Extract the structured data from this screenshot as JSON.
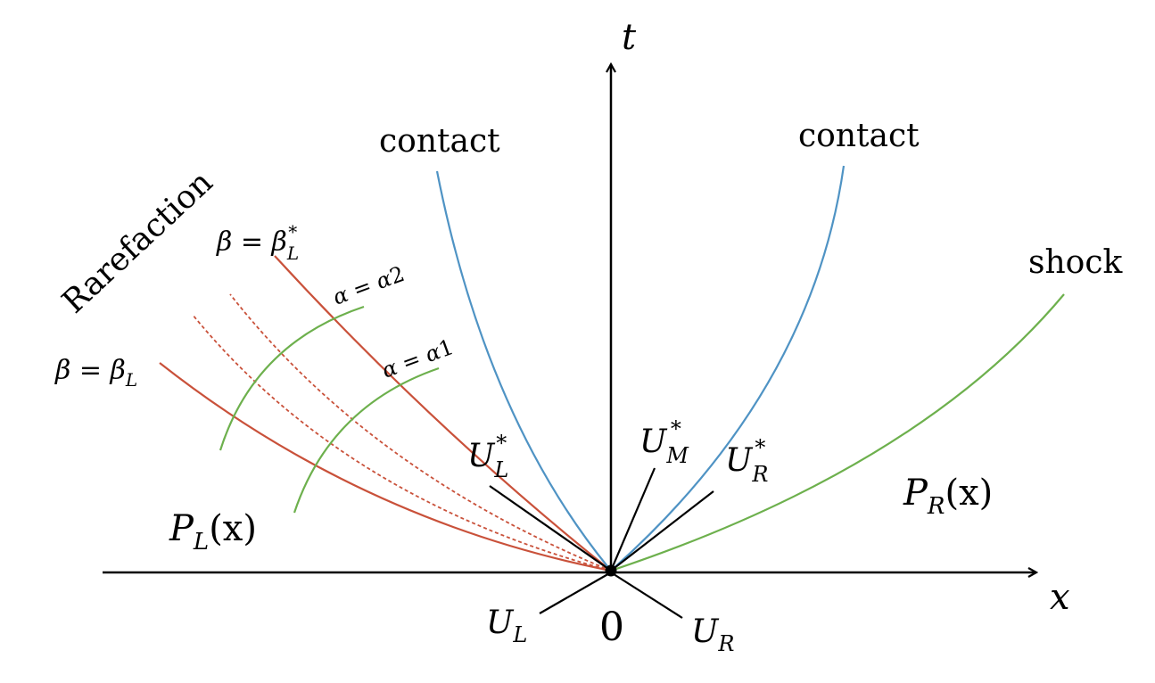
{
  "axes": {
    "t_label": "t",
    "x_label": "x",
    "origin_label": "0"
  },
  "labels": {
    "contact_left": "contact",
    "contact_right": "contact",
    "shock": "shock",
    "rarefaction": "Rarefaction",
    "beta_L_star": {
      "lhs": "β = β",
      "sub": "L",
      "sup": "*"
    },
    "beta_L": {
      "lhs": "β = β",
      "sub": "L"
    },
    "alpha_2": {
      "lhs": "α = α",
      "sub": "2"
    },
    "alpha_1": {
      "lhs": "α = α",
      "sub": "1"
    },
    "U_L_star": {
      "base": "U",
      "sub": "L",
      "sup": "*"
    },
    "U_M_star": {
      "base": "U",
      "sub": "M",
      "sup": "*"
    },
    "U_R_star": {
      "base": "U",
      "sub": "R",
      "sup": "*"
    },
    "U_L": {
      "base": "U",
      "sub": "L"
    },
    "U_R": {
      "base": "U",
      "sub": "R"
    },
    "P_L": {
      "base": "P",
      "sub": "L",
      "arg": "(x)"
    },
    "P_R": {
      "base": "P",
      "sub": "R",
      "arg": "(x)"
    }
  },
  "colors": {
    "rarefaction": "#c9513a",
    "contact": "#4f93c4",
    "shock_and_alpha": "#6db04d",
    "axes": "#000000"
  }
}
